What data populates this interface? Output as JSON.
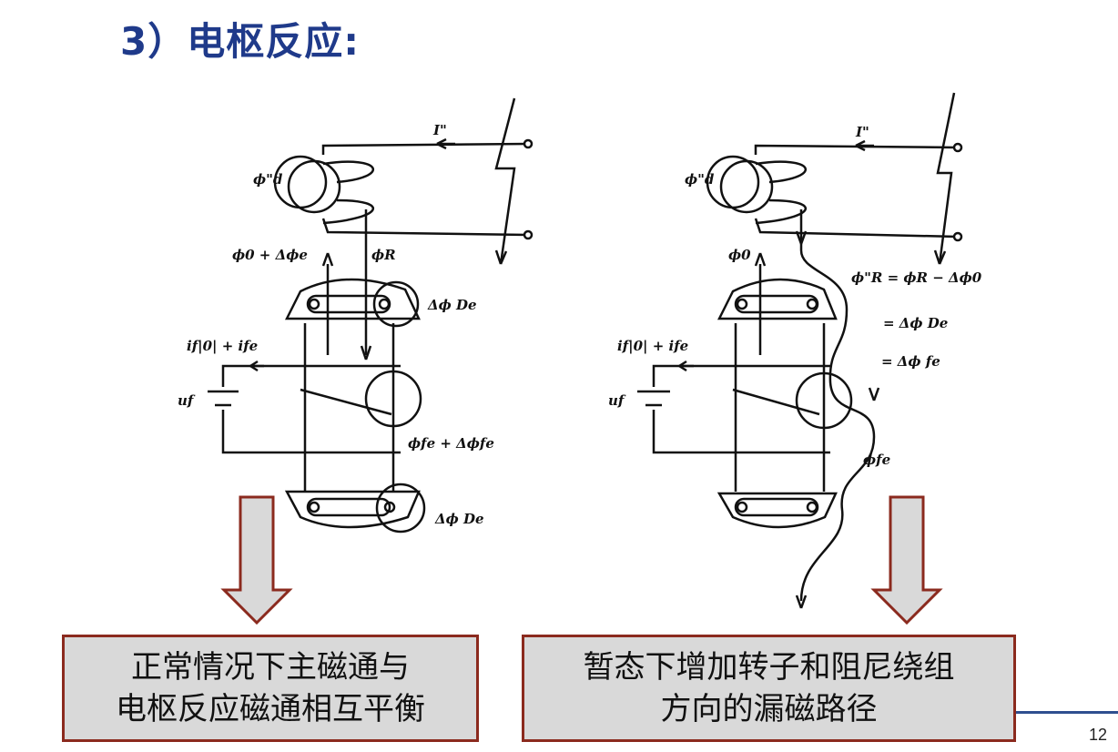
{
  "title": "3）电枢反应:",
  "figure_left": {
    "current_label": "I\"",
    "phi_d_label": "ϕ\"d",
    "phi_0_plus": "ϕ0 + Δϕe",
    "phi_R_label": "ϕR",
    "delta_phi_D_upper": "Δϕ De",
    "if_label": "if|0| + ife",
    "uf_label": "uf",
    "phi_f_label": "ϕfe + Δϕfe",
    "delta_phi_D_lower": "Δϕ De"
  },
  "figure_right": {
    "current_label": "I\"",
    "phi_d_label": "ϕ\"d",
    "phi_0_label": "ϕ0",
    "eq1": "ϕ\"R = ϕR − Δϕ0",
    "eq2": "= Δϕ De",
    "eq3": "= Δϕ fe",
    "if_label": "if|0| + ife",
    "uf_label": "uf",
    "phi_f_label": "ϕfe"
  },
  "captions": {
    "left": [
      "正常情况下主磁通与",
      "电枢反应磁通相互平衡"
    ],
    "right": [
      "暂态下增加转子和阻尼绕组",
      "方向的漏磁路径"
    ]
  },
  "page_number": "12",
  "colors": {
    "title": "#1f3a8a",
    "caption_border": "#8b2a1e",
    "caption_fill": "#d9d9d9",
    "arrow_border": "#8b2a1e",
    "arrow_fill": "#d9d9d9",
    "rule": "#2f4f8f"
  }
}
